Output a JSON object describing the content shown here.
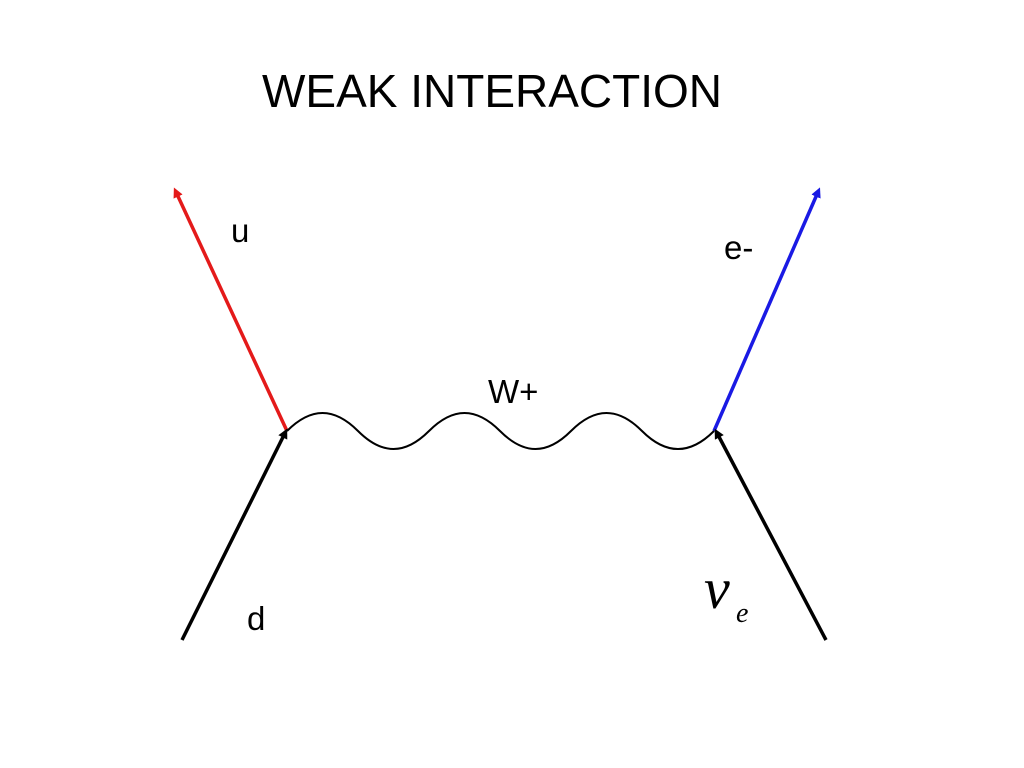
{
  "title": "WEAK INTERACTION",
  "diagram": {
    "labels": {
      "up_quark": "u",
      "down_quark": "d",
      "electron": "e-",
      "boson": "W+",
      "neutrino_symbol": "ν",
      "neutrino_subscript": "e"
    },
    "colors": {
      "up_quark": "#e41a1a",
      "electron": "#1a1ae4",
      "incoming": "#000000",
      "boson": "#000000"
    }
  }
}
